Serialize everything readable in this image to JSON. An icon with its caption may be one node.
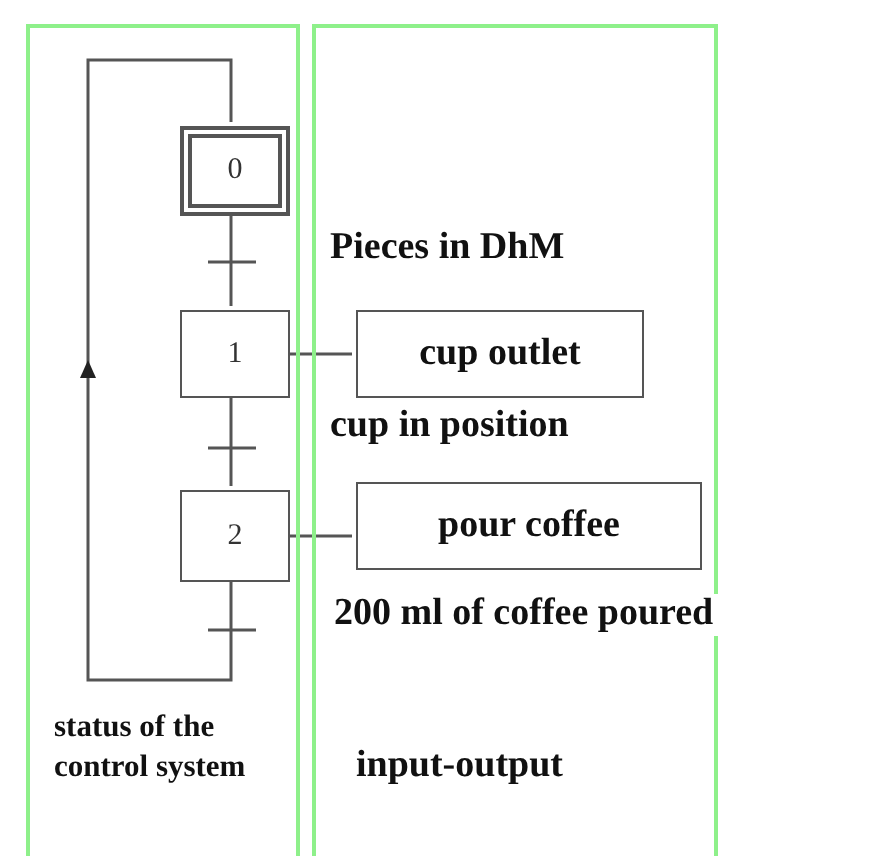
{
  "diagram": {
    "nodes": [
      {
        "text": [
          "status of the control system"
        ]
      },
      {
        "text": [
          "input-output"
        ]
      },
      {
        "text": [
          "0"
        ],
        "in": 0
      },
      {
        "text": [
          "1"
        ],
        "in": 0
      },
      {
        "text": [
          "2"
        ],
        "in": 0
      },
      {
        "text": [
          "cup outlet"
        ],
        "in": 1
      },
      {
        "text": [
          "pour coffee"
        ],
        "in": 1
      }
    ],
    "edges": [
      {
        "from": 2,
        "to": 3,
        "arrow": "none"
      },
      {
        "from": 3,
        "to": 4,
        "arrow": "none"
      },
      {
        "from": 4,
        "to": 2,
        "arrow": "to"
      },
      {
        "from": 3,
        "to": 5,
        "arrow": "none"
      },
      {
        "from": 4,
        "to": 6,
        "arrow": "none"
      }
    ],
    "labels": [
      "Pieces in DhM",
      "cup in position",
      "200 ml of coffee poured"
    ]
  }
}
